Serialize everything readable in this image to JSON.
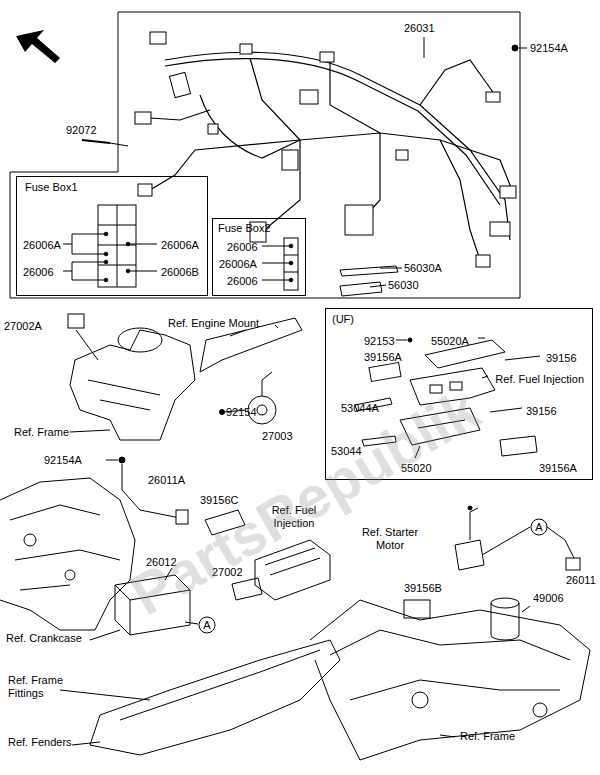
{
  "diagram": {
    "nodes": [
      {
        "text": [
          "Fuse Box1",
          "26006A",
          "26006A",
          "26006",
          "26006B"
        ]
      },
      {
        "text": [
          "Fuse Box2",
          "26006",
          "26006A",
          "26006"
        ]
      },
      {
        "text": [
          "(UF)",
          "92153",
          "55020A",
          "39156A",
          "39156",
          "Ref. Fuel Injection",
          "53044A",
          "39156",
          "53044",
          "55020",
          "39156A"
        ]
      }
    ],
    "labels": [
      "26031",
      "92154A",
      "92072",
      "56030A",
      "56030",
      "27002A",
      "Ref. Engine Mount",
      "Ref. Frame",
      "92154",
      "27003",
      "92154A",
      "26011A",
      "39156C",
      "Ref. Fuel Injection",
      "Ref. Starter Motor",
      "A",
      "26011",
      "27002",
      "26012",
      "39156B",
      "49006",
      "A",
      "Ref. Crankcase",
      "Ref. Frame Fittings",
      "Ref. Fenders",
      "Ref. Frame",
      "PartsRepublik"
    ]
  }
}
